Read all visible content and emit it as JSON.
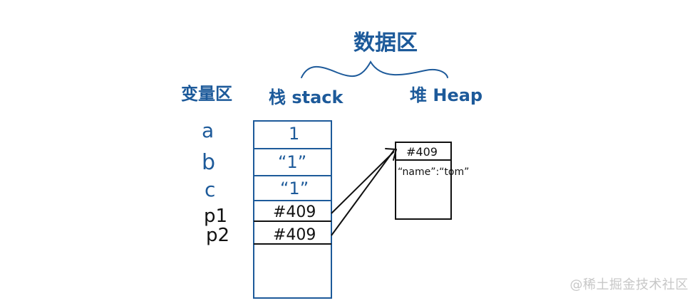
{
  "labels": {
    "data_area": "数据区",
    "stack": "栈 stack",
    "heap": "堆 Heap",
    "variable_area": "变量区"
  },
  "variables": [
    "a",
    "b",
    "c",
    "p1",
    "p2"
  ],
  "stack_cells": [
    "1",
    "“1”",
    "“1”",
    "#409",
    "#409"
  ],
  "heap_cell": {
    "address": "#409",
    "content": "“name”:“tom”"
  },
  "watermark": "@稀土掘金技术社区",
  "colors": {
    "blue": "#1d5a9a",
    "black": "#111111"
  }
}
